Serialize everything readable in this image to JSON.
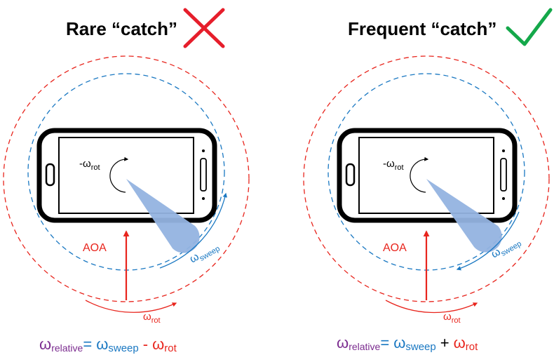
{
  "colors": {
    "red": "#e8251d",
    "blue": "#1a78c2",
    "purple": "#7b2c8f",
    "beam": "#93b3e0",
    "cross": "#e61e2b",
    "check": "#14a84a"
  },
  "panels": [
    {
      "title": "Rare “catch”",
      "status_icon": "x-cross-icon",
      "rot_label": "-ω",
      "rot_sub": "rot",
      "aoa_label": "AOA",
      "sweep_label": "ω",
      "sweep_sub": "sweep",
      "omega_rot_label": "ω",
      "omega_rot_sub": "rot",
      "eq_omega": "ω",
      "eq_relative": "relative",
      "eq_equals": "=",
      "eq_sweep_omega": "ω",
      "eq_sweep": "sweep",
      "eq_operator": "-",
      "eq_rot_omega": "ω",
      "eq_rot": "rot"
    },
    {
      "title": "Frequent “catch”",
      "status_icon": "check-mark-icon",
      "rot_label": "-ω",
      "rot_sub": "rot",
      "aoa_label": "AOA",
      "sweep_label": "ω",
      "sweep_sub": "sweep",
      "omega_rot_label": "ω",
      "omega_rot_sub": "rot",
      "eq_omega": "ω",
      "eq_relative": "relative",
      "eq_equals": "=",
      "eq_sweep_omega": "ω",
      "eq_sweep": "sweep",
      "eq_operator": "+",
      "eq_rot_omega": "ω",
      "eq_rot": "rot"
    }
  ]
}
